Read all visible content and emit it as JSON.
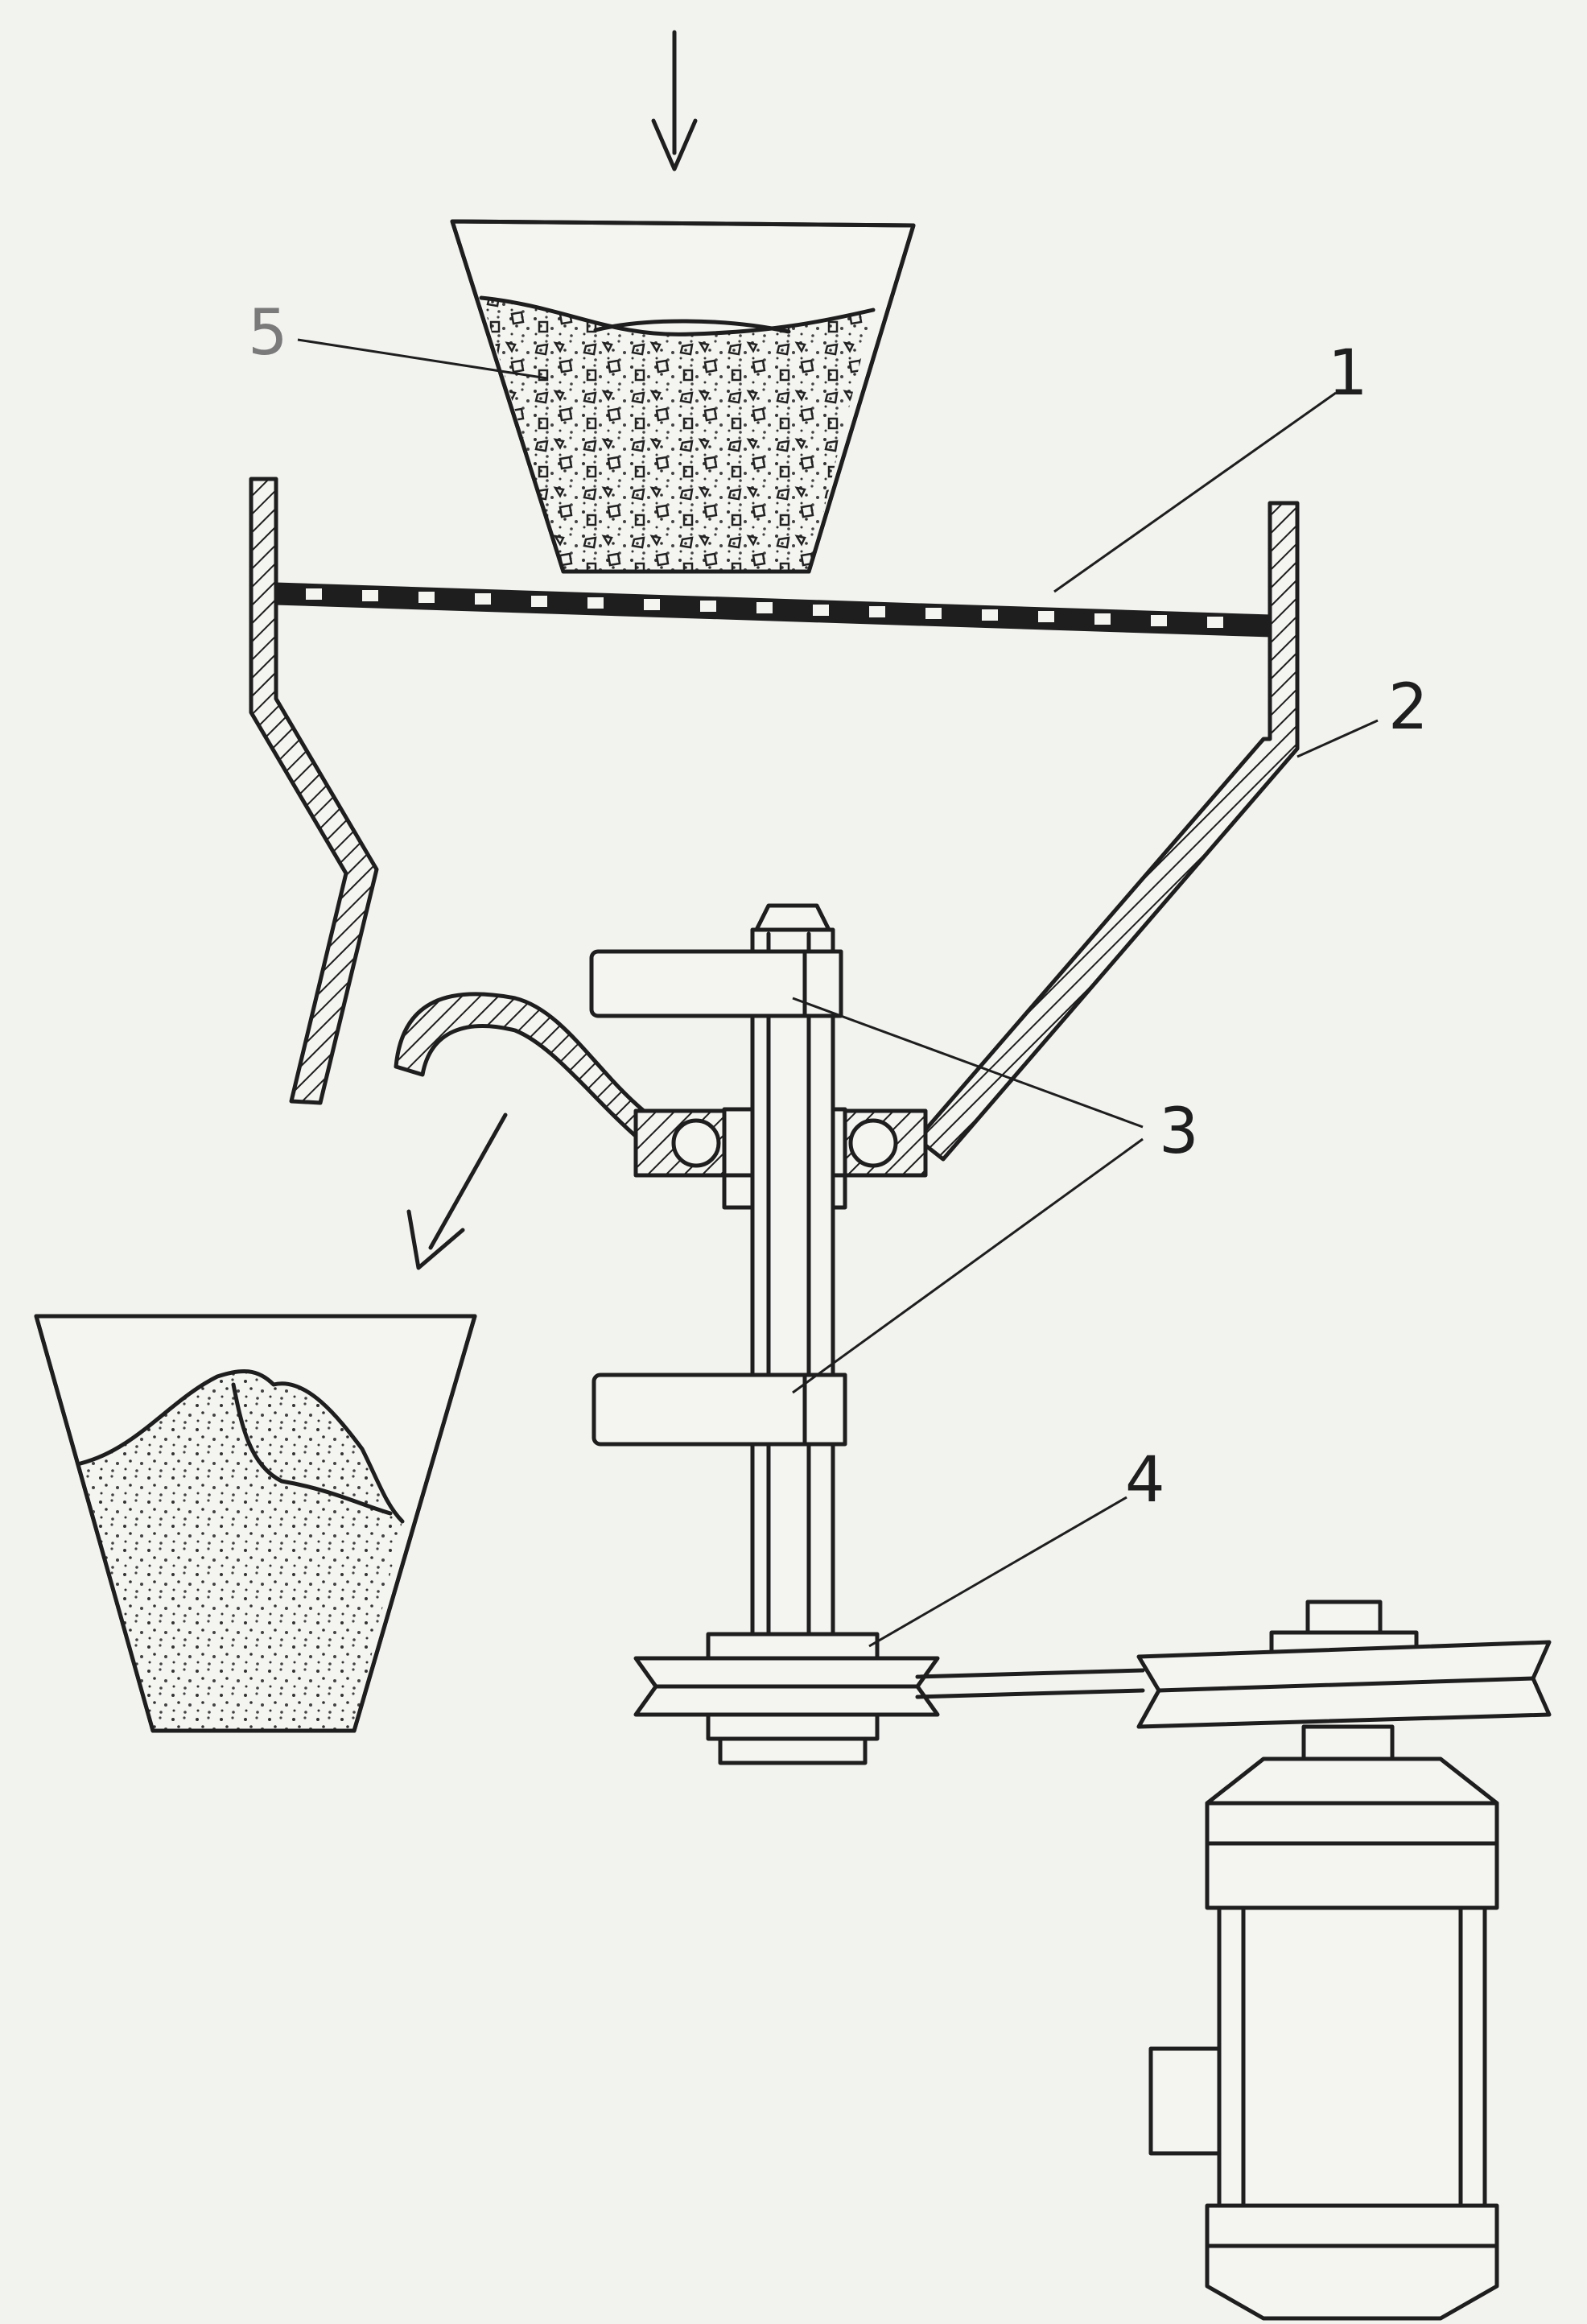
{
  "labels": {
    "sieve_mesh": "1",
    "housing": "2",
    "hub": "3",
    "pulley": "4",
    "material": "5"
  },
  "icons": [
    "feed-arrow-icon",
    "discharge-arrow-icon"
  ]
}
